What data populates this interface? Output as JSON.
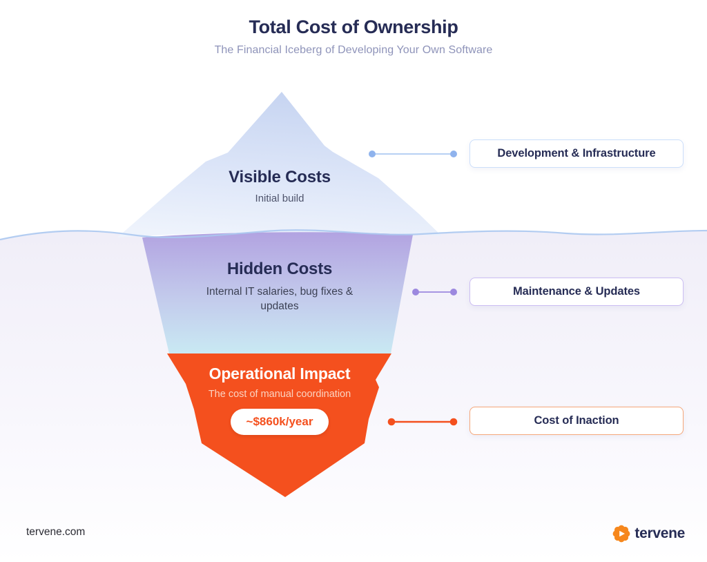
{
  "header": {
    "title": "Total Cost of Ownership",
    "subtitle": "The Financial Iceberg of Developing Your Own Software"
  },
  "sections": {
    "visible": {
      "title": "Visible Costs",
      "description": "Initial build"
    },
    "hidden": {
      "title": "Hidden Costs",
      "description": "Internal IT salaries, bug fixes & updates"
    },
    "operational": {
      "title": "Operational Impact",
      "description": "The cost of manual coordination",
      "badge": "~$860k/year"
    }
  },
  "callouts": [
    {
      "label": "Development & Infrastructure",
      "accent": "#8FB3ED",
      "border": "#CBDEFA"
    },
    {
      "label": "Maintenance & Updates",
      "accent": "#9C88DF",
      "border": "#CBBDF2"
    },
    {
      "label": "Cost of Inaction",
      "accent": "#F4501E",
      "border": "#F5A678"
    }
  ],
  "footer": {
    "website": "tervene.com",
    "brand": "tervene"
  },
  "colors": {
    "brand_orange": "#F4501E",
    "navy": "#262C55",
    "water_line": "#ABC8EF",
    "iceberg_above_top": "#C6D4F1",
    "iceberg_above_bottom": "#EEF3FC",
    "iceberg_under_top": "#B2A3E1",
    "iceberg_under_bottom": "#C9E9F3"
  }
}
